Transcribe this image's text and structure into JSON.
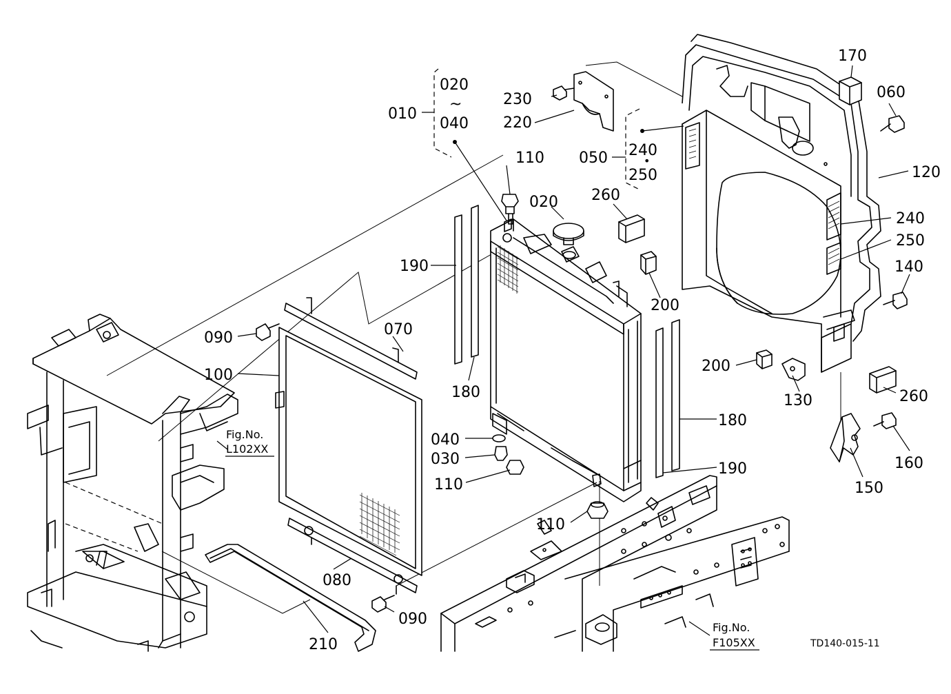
{
  "parts": [
    {
      "id": "p010",
      "label": "010"
    },
    {
      "id": "p020a",
      "label": "020"
    },
    {
      "id": "p020b",
      "label": "020"
    },
    {
      "id": "p040a",
      "label": "040"
    },
    {
      "id": "p040b",
      "label": "040"
    },
    {
      "id": "p030",
      "label": "030"
    },
    {
      "id": "p050",
      "label": "050"
    },
    {
      "id": "p060",
      "label": "060"
    },
    {
      "id": "p070",
      "label": "070"
    },
    {
      "id": "p080",
      "label": "080"
    },
    {
      "id": "p090a",
      "label": "090"
    },
    {
      "id": "p090b",
      "label": "090"
    },
    {
      "id": "p100",
      "label": "100"
    },
    {
      "id": "p110a",
      "label": "110"
    },
    {
      "id": "p110b",
      "label": "110"
    },
    {
      "id": "p110c",
      "label": "110"
    },
    {
      "id": "p120",
      "label": "120"
    },
    {
      "id": "p130",
      "label": "130"
    },
    {
      "id": "p140",
      "label": "140"
    },
    {
      "id": "p150",
      "label": "150"
    },
    {
      "id": "p160",
      "label": "160"
    },
    {
      "id": "p170",
      "label": "170"
    },
    {
      "id": "p180a",
      "label": "180"
    },
    {
      "id": "p180b",
      "label": "180"
    },
    {
      "id": "p190a",
      "label": "190"
    },
    {
      "id": "p190b",
      "label": "190"
    },
    {
      "id": "p200a",
      "label": "200"
    },
    {
      "id": "p200b",
      "label": "200"
    },
    {
      "id": "p210",
      "label": "210"
    },
    {
      "id": "p220",
      "label": "220"
    },
    {
      "id": "p230",
      "label": "230"
    },
    {
      "id": "p240a",
      "label": "240"
    },
    {
      "id": "p240b",
      "label": "240"
    },
    {
      "id": "p250a",
      "label": "250"
    },
    {
      "id": "p250b",
      "label": "250"
    },
    {
      "id": "p260a",
      "label": "260"
    },
    {
      "id": "p260b",
      "label": "260"
    }
  ],
  "range_marks": {
    "tilde": "~",
    "dot": "•"
  },
  "refs": {
    "l102": {
      "line1": "Fig.No.",
      "line2": "L102XX"
    },
    "f105": {
      "line1": "Fig.No.",
      "line2": "F105XX"
    }
  },
  "drawing_code": "TD140-015-11"
}
